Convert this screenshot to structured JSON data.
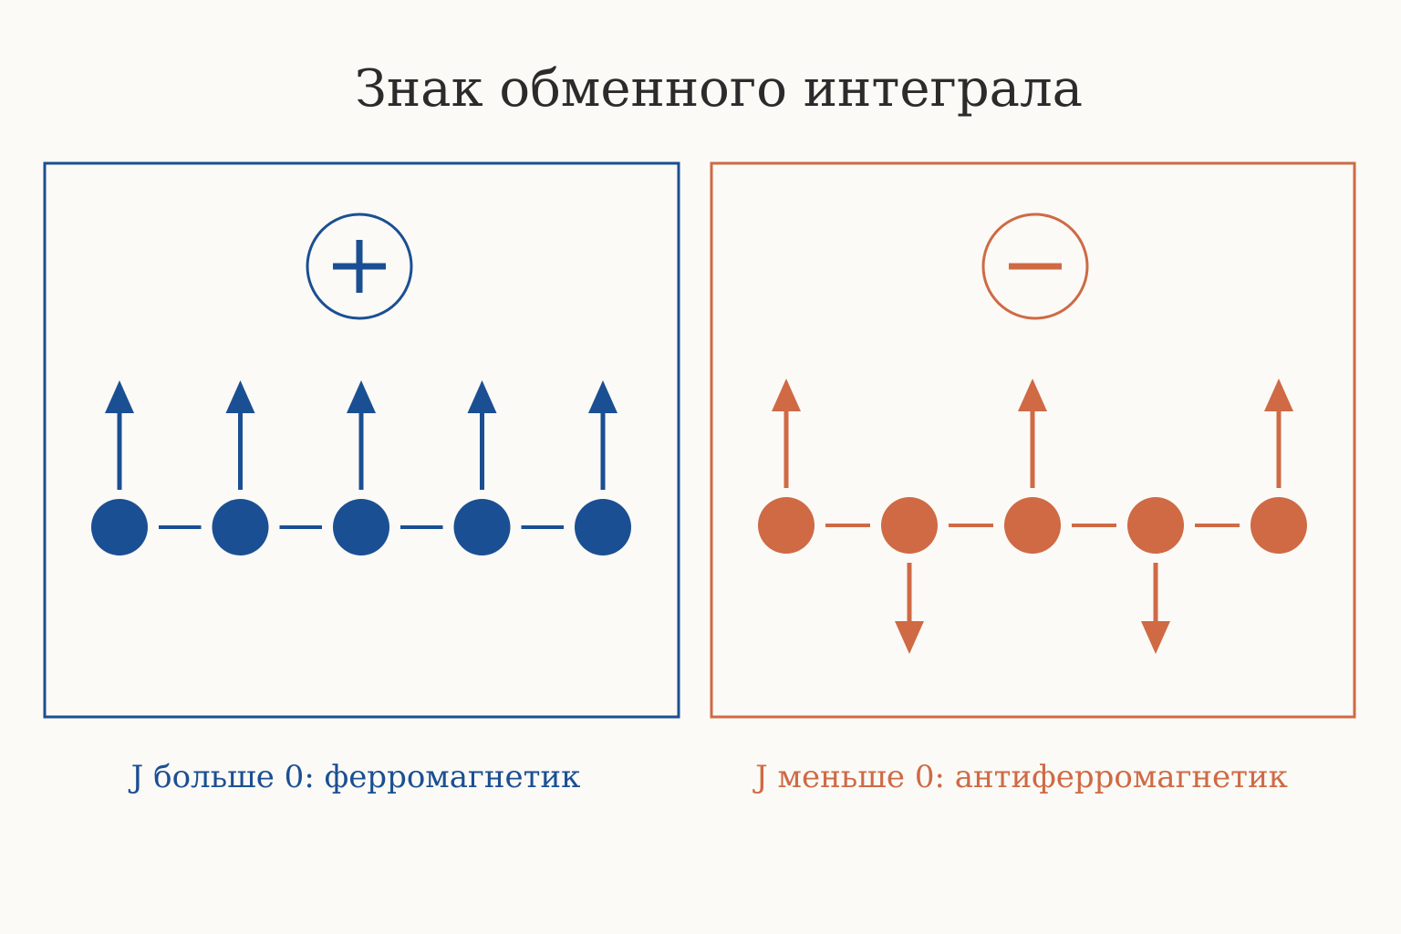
{
  "title": "Знак обменного интеграла",
  "colors": {
    "ferro": "#1b4f93",
    "antiferro": "#cf6a45",
    "title": "#2b2b2b",
    "background": "#fbfaf6"
  },
  "panels": [
    {
      "id": "ferro",
      "sign_symbol": "plus",
      "caption": "J больше 0: ферромагнетик",
      "spins": [
        "up",
        "up",
        "up",
        "up",
        "up"
      ]
    },
    {
      "id": "antiferro",
      "sign_symbol": "minus",
      "caption": "J меньше 0: антиферромагнетик",
      "spins": [
        "up",
        "down",
        "up",
        "down",
        "up"
      ]
    }
  ]
}
